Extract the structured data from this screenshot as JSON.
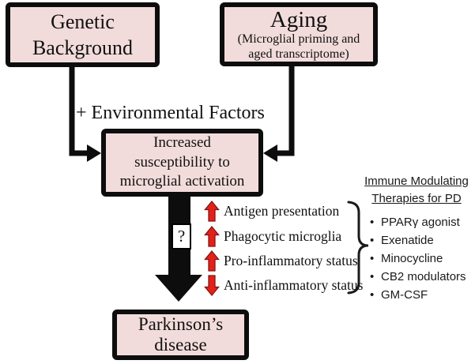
{
  "boxes": {
    "genetic": {
      "label": "Genetic Background"
    },
    "aging": {
      "title": "Aging",
      "subtitle": "(Microglial priming and aged transcriptome)"
    },
    "central": {
      "label": "Increased susceptibility to microglial activation"
    },
    "parkinsons": {
      "label": "Parkinson’s disease"
    }
  },
  "environmental_label": "+ Environmental Factors",
  "question_mark": "?",
  "effects": {
    "items": [
      {
        "direction": "up",
        "label": "Antigen presentation"
      },
      {
        "direction": "up",
        "label": "Phagocytic microglia"
      },
      {
        "direction": "up",
        "label": "Pro-inflammatory status"
      },
      {
        "direction": "down",
        "label": "Anti-inflammatory status"
      }
    ]
  },
  "therapies": {
    "title": "Immune Modulating Therapies for PD",
    "bullet": "•",
    "items": [
      "PPARγ agonist",
      "Exenatide",
      "Minocycline",
      "CB2 modulators",
      "GM-CSF"
    ]
  },
  "colors": {
    "box_fill": "#f2dcdb",
    "box_border": "#0d0d0d",
    "red_arrow_fill": "#e32119",
    "red_arrow_stroke": "#7a1113"
  }
}
